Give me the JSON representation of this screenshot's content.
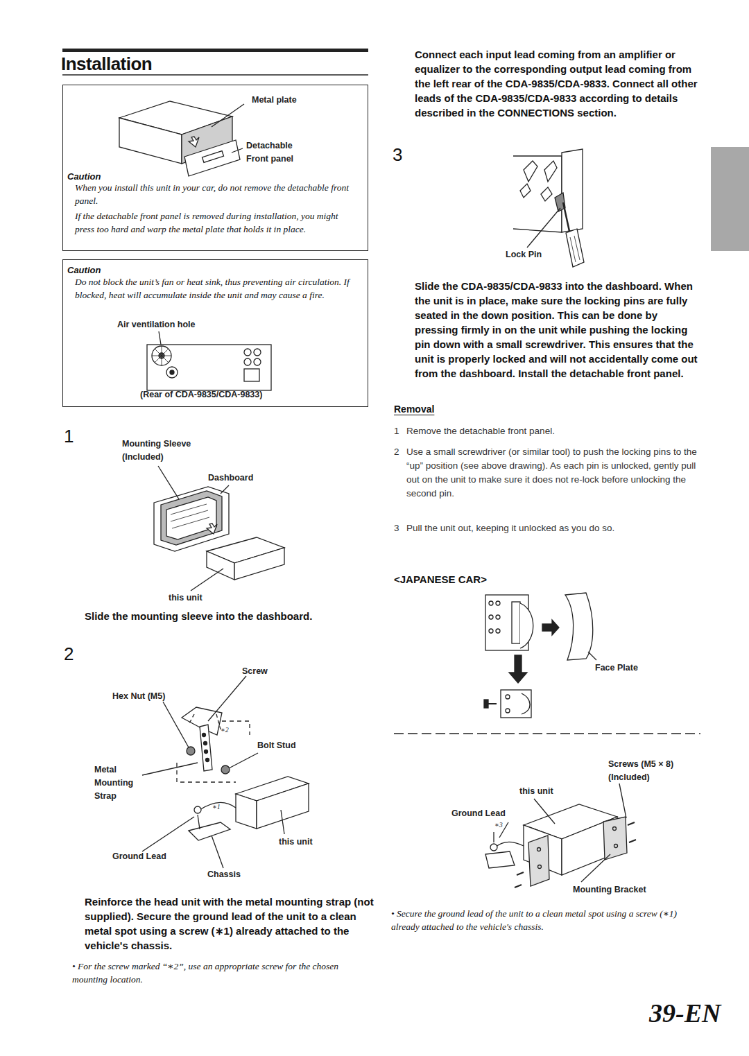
{
  "diagram": {
    "title": "Installation",
    "nodes": [
      {
        "text": [
          "Metal plate",
          "Detachable Front panel",
          "Caution",
          "When you install this unit in your car, do not remove the detachable front panel.",
          "If the detachable front panel is removed during installation, you might press too hard and warp the metal plate that holds it in place."
        ]
      },
      {
        "text": [
          "Caution",
          "Do not block the unit’s fan or heat sink, thus preventing air circulation. If blocked, heat will accumulate inside the unit and may cause a fire.",
          "Air ventilation hole",
          "(Rear of CDA-9835/CDA-9833)"
        ]
      }
    ],
    "labels": [
      "1",
      "Mounting Sleeve (Included)",
      "Dashboard",
      "this unit",
      "Slide the mounting sleeve into the dashboard.",
      "2",
      "Screw",
      "Hex Nut (M5)",
      "∗2",
      "Bolt Stud",
      "Metal Mounting Strap",
      "∗1",
      "this unit",
      "Ground Lead",
      "Chassis",
      "Reinforce the head unit with the metal mounting strap (not supplied). Secure the ground lead of the unit to a clean metal spot using a screw (∗1) already attached to the vehicle's chassis.",
      "• For the screw marked “∗2”, use an appropriate screw for the chosen mounting location.",
      "Connect each input lead coming from an amplifier or equalizer to the corresponding output lead coming from the left rear of the CDA-9835/CDA-9833. Connect all other leads of the CDA-9835/CDA-9833 according to details described in the CONNECTIONS section.",
      "3",
      "Lock Pin",
      "Slide the CDA-9835/CDA-9833 into the dashboard. When the unit is in place, make sure the locking pins are fully seated in the down position. This can be done by pressing firmly in on the unit while pushing the locking pin down with a small screwdriver. This ensures that the unit is properly locked and will not accidentally come out from the dashboard. Install the detachable front panel.",
      "Removal",
      "1",
      "Remove the detachable front panel.",
      "2",
      "Use a small screwdriver (or similar tool) to push the locking pins to the “up” position (see above drawing). As each pin is unlocked, gently pull out on the unit to make sure it does not re-lock before unlocking the second pin.",
      "3",
      "Pull the unit out, keeping it unlocked as you do so.",
      "<JAPANESE CAR>",
      "Face Plate",
      "Screws (M5 × 8) (Included)",
      "this unit",
      "Ground Lead",
      "∗3",
      "Mounting Bracket",
      "• Secure the ground lead of the unit to a clean metal spot using a screw (∗1) already attached to the vehicle's chassis.",
      "39-EN"
    ]
  }
}
